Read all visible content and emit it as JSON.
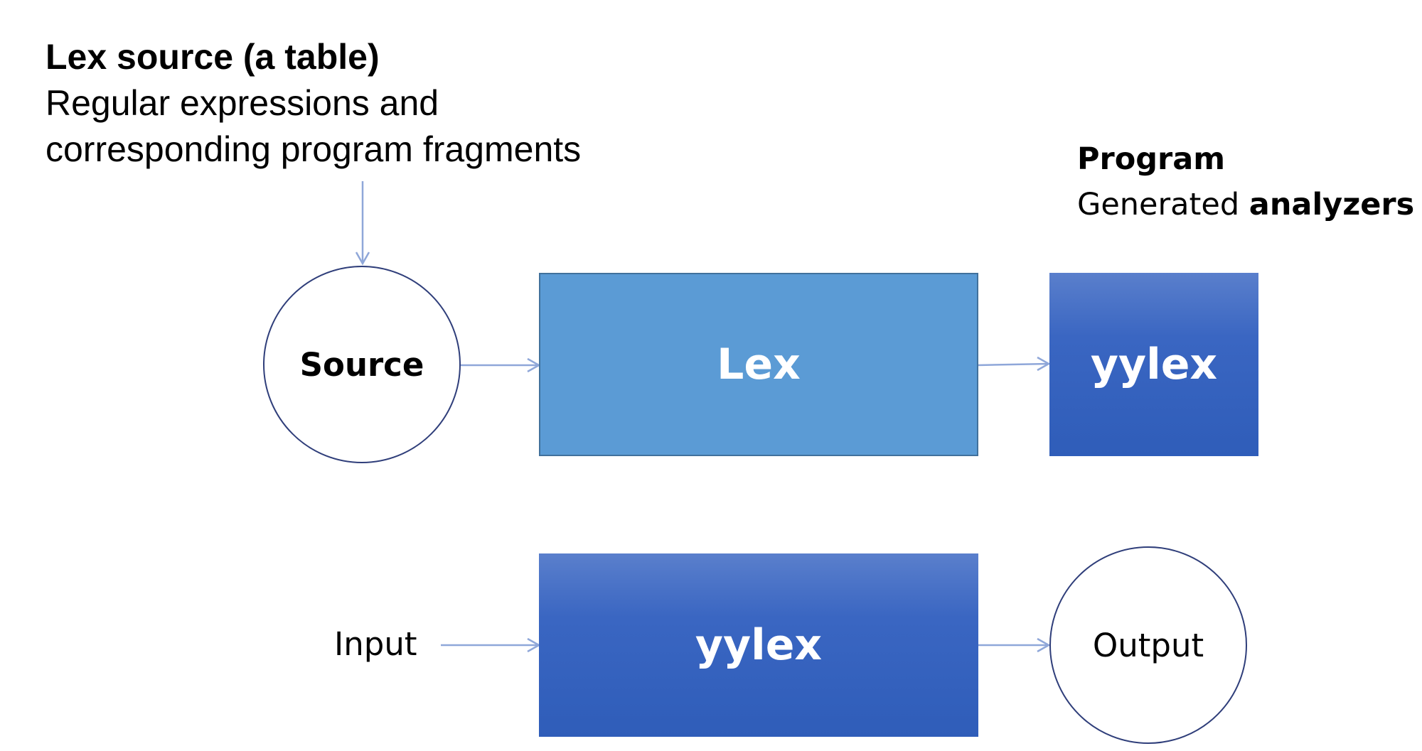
{
  "source_note": {
    "title": "Lex source (a table)",
    "line1": "Regular expressions and",
    "line2": "corresponding program fragments"
  },
  "program_note": {
    "title": "Program",
    "line2_prefix": "Generated ",
    "line2_bold": "analyzers"
  },
  "nodes": {
    "source": "Source",
    "lex": "Lex",
    "yylex_top": "yylex",
    "input": "Input",
    "yylex_bottom": "yylex",
    "output": "Output"
  },
  "colors": {
    "lex_fill": "#5b9bd5",
    "yylex_fill": "#3a66c2",
    "arrow": "#8fa7d9",
    "circle_border": "#2f3e7a"
  }
}
